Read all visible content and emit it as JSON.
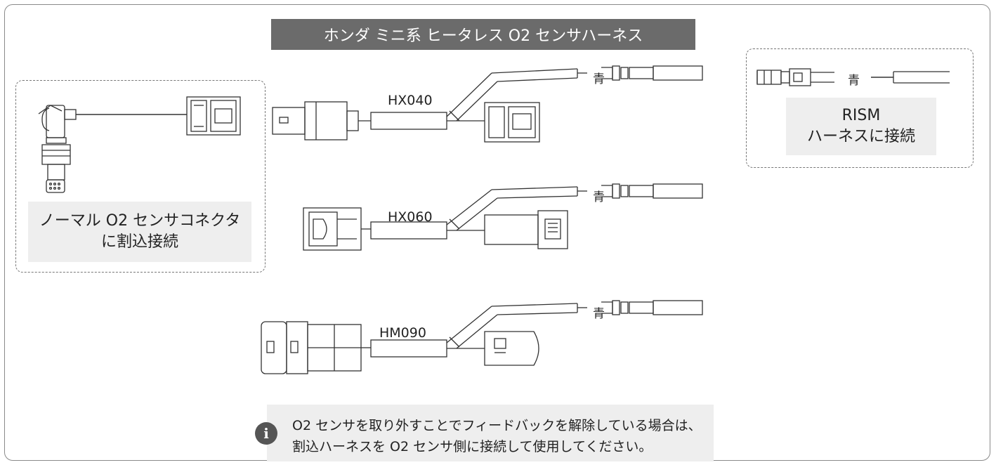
{
  "title": "ホンダ ミニ系 ヒータレス O2 センサハーネス",
  "left_panel": {
    "line1": "ノーマル O2 センサコネクタ",
    "line2": "に割込接続"
  },
  "right_panel": {
    "wire_color": "青",
    "line1": "RISM",
    "line2": "ハーネスに接続"
  },
  "harnesses": [
    {
      "code": "HX040",
      "wire_color": "青"
    },
    {
      "code": "HX060",
      "wire_color": "青"
    },
    {
      "code": "HM090",
      "wire_color": "青"
    }
  ],
  "note": {
    "icon": "info-icon",
    "icon_glyph": "i",
    "line1": "O2 センサを取り外すことでフィードバックを解除している場合は、",
    "line2": "割込ハーネスを O2 センサ側に接続して使用してください。"
  }
}
